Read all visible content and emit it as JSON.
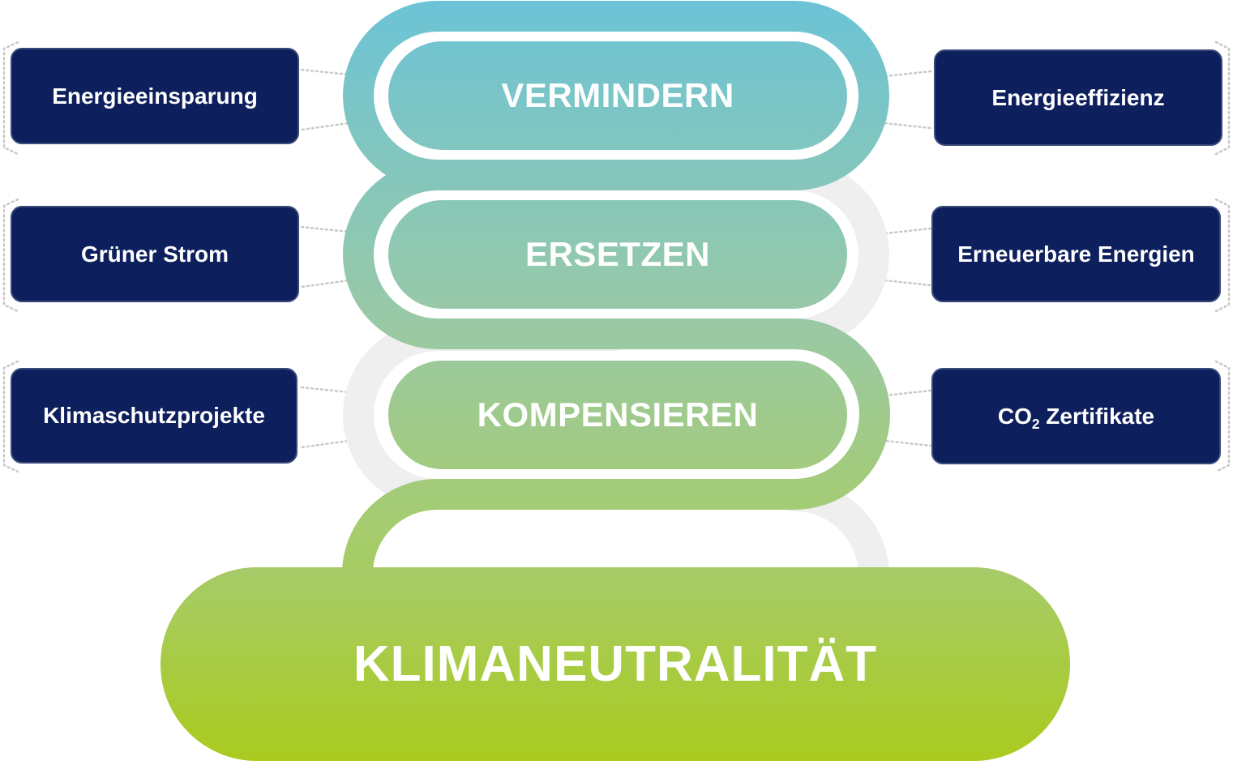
{
  "diagram": {
    "steps": [
      {
        "label": "VERMINDERN"
      },
      {
        "label": "ERSETZEN"
      },
      {
        "label": "KOMPENSIEREN"
      }
    ],
    "goal": {
      "label": "KLIMANEUTRALITÄT"
    },
    "left_boxes": [
      {
        "label": "Energieeinsparung"
      },
      {
        "label": "Grüner Strom"
      },
      {
        "label": "Klimaschutzprojekte"
      }
    ],
    "right_boxes": [
      {
        "label": "Energieeffizienz"
      },
      {
        "label": "Erneuerbare Energien"
      },
      {
        "co2_main": "CO",
        "co2_sub": "2",
        "co2_rest": " Zertifikate"
      }
    ],
    "colors": {
      "navy": "#0d1f5c",
      "teal": "#6cc4d6",
      "green": "#a8cc2e",
      "ghost": "#efefef",
      "connector": "#c4c4c4"
    }
  }
}
